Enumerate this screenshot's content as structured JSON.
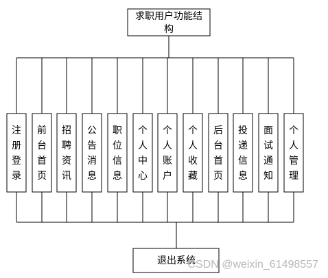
{
  "diagram": {
    "root": {
      "label_line1": "求职用户功能结",
      "label_line2": "构"
    },
    "modules": [
      {
        "label": "注册登录"
      },
      {
        "label": "前台首页"
      },
      {
        "label": "招聘资讯"
      },
      {
        "label": "公告消息"
      },
      {
        "label": "职位信息"
      },
      {
        "label": "个人中心"
      },
      {
        "label": "个人账户"
      },
      {
        "label": "个人收藏"
      },
      {
        "label": "后台首页"
      },
      {
        "label": "投递信息"
      },
      {
        "label": "面试通知"
      },
      {
        "label": "个人管理"
      }
    ],
    "exit": {
      "label": "退出系统"
    }
  },
  "watermark": {
    "text": "CSDN @weixin_61498557"
  },
  "colors": {
    "line": "#000000",
    "box_fill": "#ffffff",
    "watermark": "#b8b8b8"
  }
}
